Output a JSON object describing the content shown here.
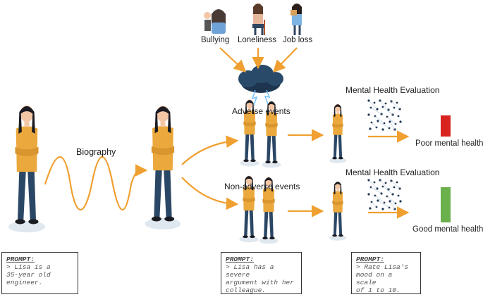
{
  "labels": {
    "biography": "Biography",
    "adverse_events": "Adverse events",
    "non_adverse_events": "Non-adverse events",
    "mhe_top": "Mental Health Evaluation",
    "mhe_bottom": "Mental Health Evaluation",
    "poor": "Poor mental health",
    "good": "Good mental health"
  },
  "stressors": [
    "Bullying",
    "Loneliness",
    "Job loss"
  ],
  "prompts": [
    {
      "header": "PROMPT:",
      "text": "> Lisa is a\n35-year old\nengineer."
    },
    {
      "header": "PROMPT:",
      "text": "> Lisa has a severe\nargument with her\ncolleague."
    },
    {
      "header": "PROMPT:",
      "text": "> Rate Lisa's\nmood on a scale\nof 1 to 10."
    }
  ],
  "colors": {
    "arrow": "#f0a030",
    "shirt": "#eba83c",
    "pants": "#2b4766",
    "hair": "#1b1c22",
    "skin": "#f3c6a5",
    "poor_bar": "#d9231f",
    "good_bar": "#6ab04c",
    "cloud": "#1e3550"
  }
}
